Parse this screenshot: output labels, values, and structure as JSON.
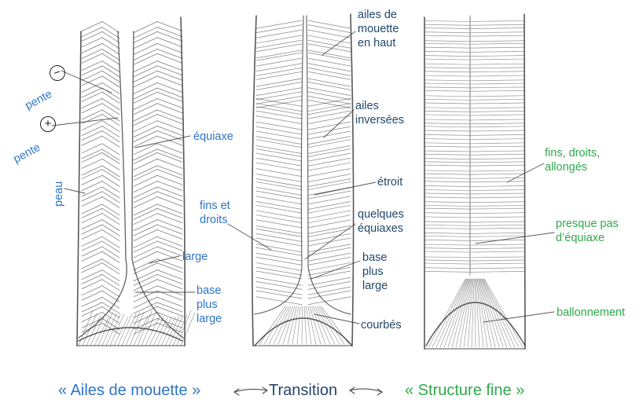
{
  "colors": {
    "blue": "#2e74c9",
    "dark": "#24476b",
    "green": "#2fa94a",
    "pencil": "#3a3a3a"
  },
  "panel1": {
    "pente_minus": "pente",
    "pente_plus": "pente",
    "minus_sign": "−",
    "plus_sign": "+",
    "peau": "peau",
    "equiaxe": "équiaxe",
    "large": "large",
    "base_plus_large": "base\nplus\nlarge",
    "fins_et_droits": "fins et\ndroits"
  },
  "panel2": {
    "ailes_mouette_haut": "ailes de\nmouette\nen haut",
    "ailes_inversees": "ailes\ninversées",
    "etroit": "étroit",
    "quelques_equiaxes": "quelques\néquiaxes",
    "base_plus_large": "base\nplus\nlarge",
    "courbes": "courbés"
  },
  "panel3": {
    "fins_droits_allonges": "fins, droits,\nallongés",
    "presque_pas_equiaxe": "presque pas\nd’équiaxe",
    "ballonnement": "ballonnement"
  },
  "captions": {
    "left": "« Ailes de mouette »",
    "middle": "Transition",
    "right": "« Structure fine »"
  }
}
